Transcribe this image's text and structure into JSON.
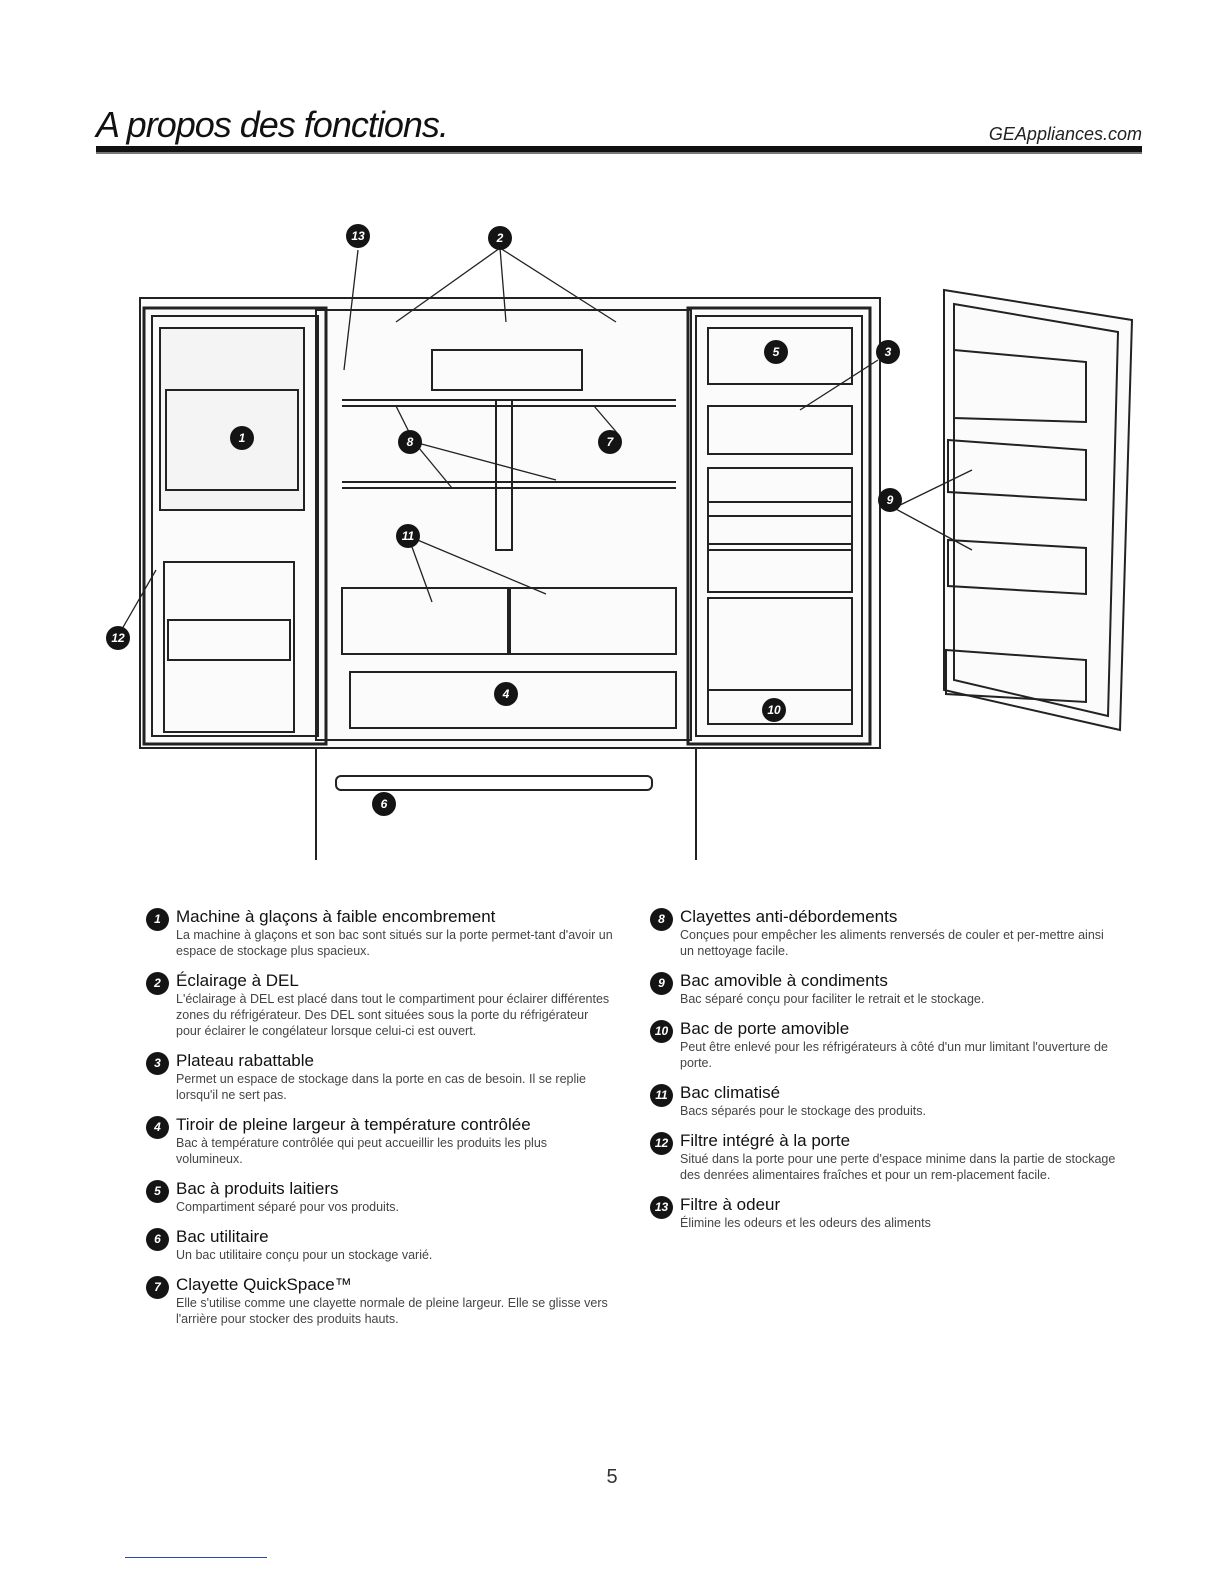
{
  "header": {
    "title": "A propos des fonctions.",
    "site": "GEAppliances.com"
  },
  "diagram": {
    "callouts": [
      "1",
      "2",
      "3",
      "4",
      "5",
      "6",
      "7",
      "8",
      "9",
      "10",
      "11",
      "12",
      "13"
    ]
  },
  "features": [
    {
      "num": "1",
      "title": "Machine à glaçons à faible encombrement",
      "desc": "La machine à glaçons et son bac sont situés sur la porte permet-tant d'avoir un espace de stockage plus spacieux."
    },
    {
      "num": "2",
      "title": "Éclairage à DEL",
      "desc": "L'éclairage à DEL est placé dans tout le compartiment pour éclairer différentes zones du réfrigérateur. Des DEL sont situées sous la porte du réfrigérateur pour éclairer le congélateur lorsque celui-ci est ouvert."
    },
    {
      "num": "3",
      "title": "Plateau rabattable",
      "desc": "Permet un espace de stockage dans la porte en cas de besoin. Il se replie lorsqu'il ne sert pas."
    },
    {
      "num": "4",
      "title": "Tiroir de pleine largeur à température contrôlée",
      "desc": "Bac à température contrôlée qui peut accueillir les produits les plus volumineux."
    },
    {
      "num": "5",
      "title": "Bac à produits laitiers",
      "desc": "Compartiment séparé pour vos produits."
    },
    {
      "num": "6",
      "title": "Bac utilitaire",
      "desc": "Un bac utilitaire conçu pour un stockage varié."
    },
    {
      "num": "7",
      "title": "Clayette QuickSpace™",
      "desc": "Elle s'utilise comme une clayette normale de pleine largeur. Elle se glisse vers l'arrière pour stocker des produits hauts."
    },
    {
      "num": "8",
      "title": "Clayettes anti-débordements",
      "desc": "Conçues pour empêcher les aliments renversés de couler et per-mettre ainsi un nettoyage facile."
    },
    {
      "num": "9",
      "title": "Bac amovible à condiments",
      "desc": "Bac séparé conçu pour faciliter le retrait et le stockage."
    },
    {
      "num": "10",
      "title": "Bac de porte amovible",
      "desc": "Peut être enlevé pour les réfrigérateurs à côté d'un mur limitant l'ouverture de porte."
    },
    {
      "num": "11",
      "title": "Bac climatisé",
      "desc": "Bacs séparés pour le stockage des produits."
    },
    {
      "num": "12",
      "title": "Filtre intégré à la porte",
      "desc": "Situé dans la porte pour une perte d'espace minime dans la partie de stockage des denrées alimentaires fraîches et pour un rem-placement facile."
    },
    {
      "num": "13",
      "title": "Filtre à odeur",
      "desc": "Élimine les odeurs et les odeurs des aliments"
    }
  ],
  "page_number": "5"
}
